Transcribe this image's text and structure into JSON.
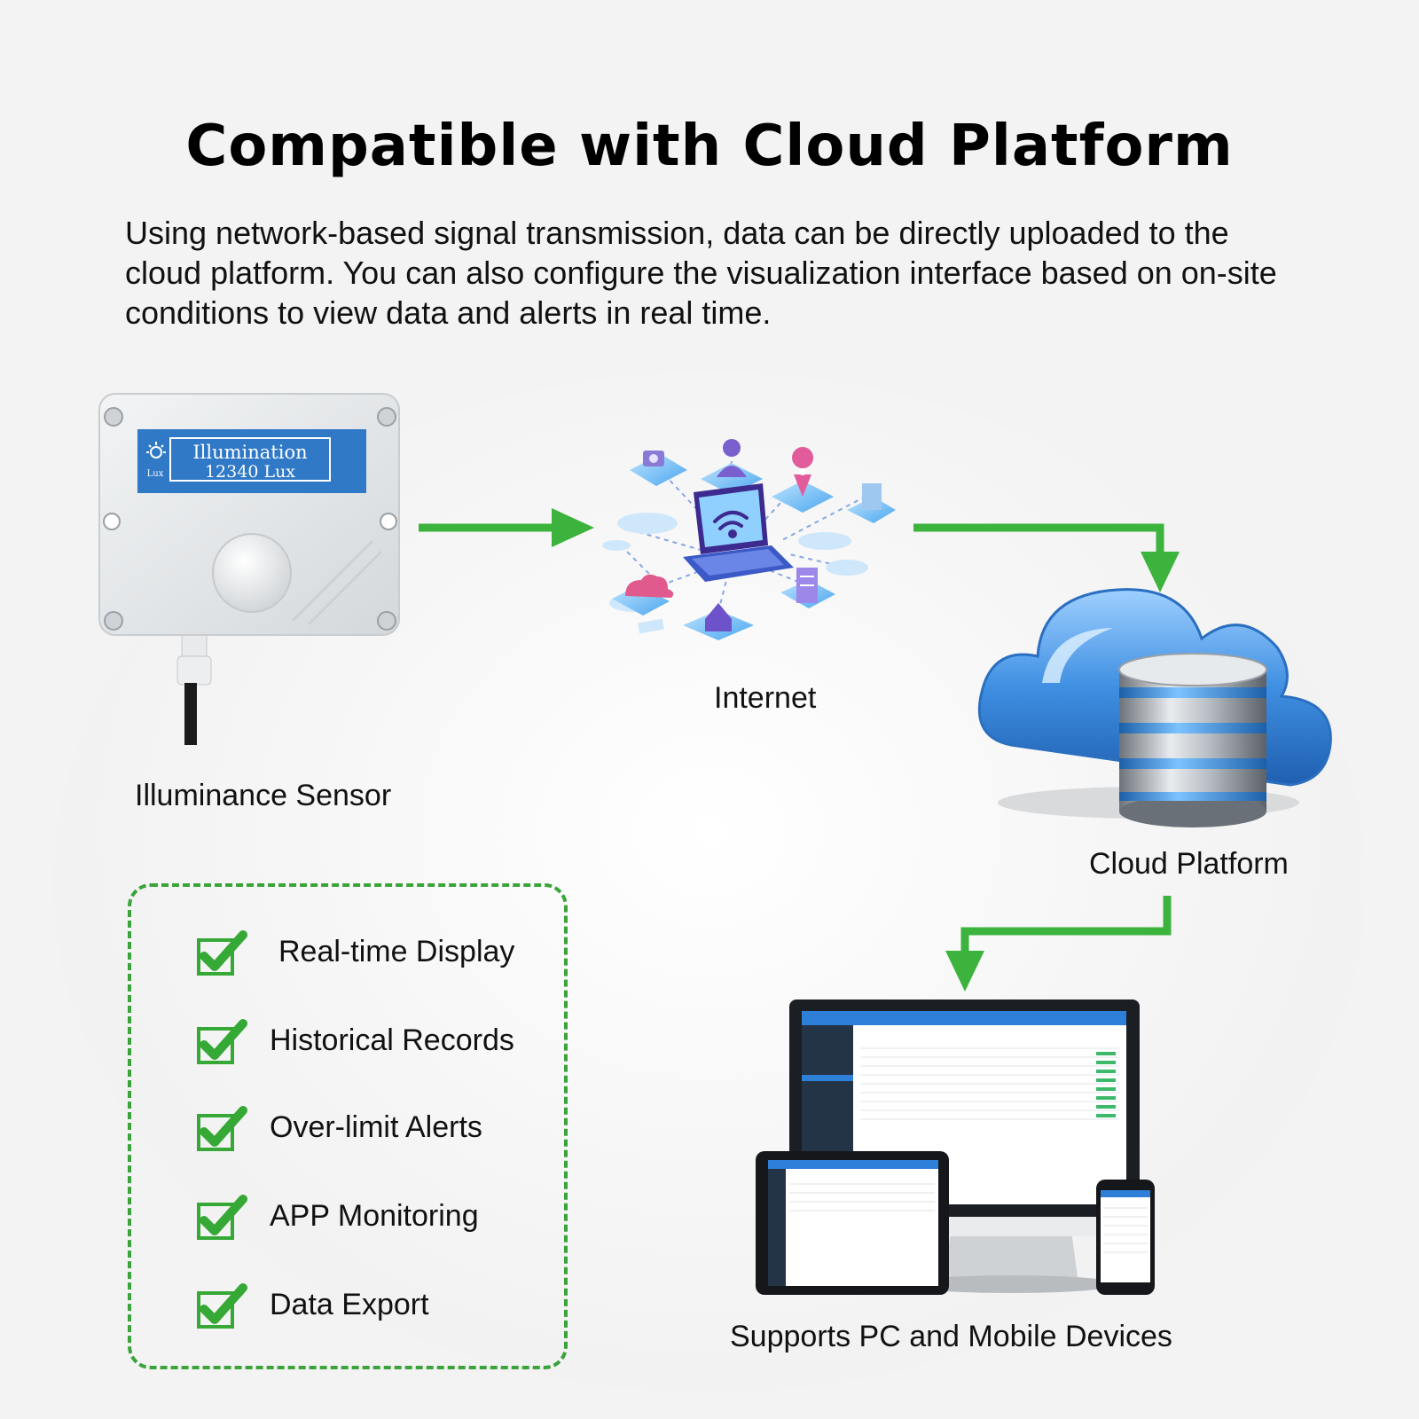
{
  "title": "Compatible with Cloud Platform",
  "description": "Using network-based signal transmission, data can be directly uploaded to the cloud platform. You can also configure the visualization interface based on on-site conditions to view data and alerts in real time.",
  "device": {
    "line1": "Illumination",
    "line2": "12340  Lux",
    "unit_small": "Lux"
  },
  "nodes": {
    "sensor": "Illuminance Sensor",
    "internet": "Internet",
    "cloud": "Cloud Platform",
    "devices": "Supports PC and Mobile Devices"
  },
  "features": [
    "Real-time Display",
    "Historical Records",
    "Over-limit Alerts",
    "APP Monitoring",
    "Data Export"
  ],
  "colors": {
    "arrow": "#3cb33c",
    "check": "#35a835",
    "device_blue": "#2f79c7",
    "cloud_blue": "#3d8fe0"
  }
}
